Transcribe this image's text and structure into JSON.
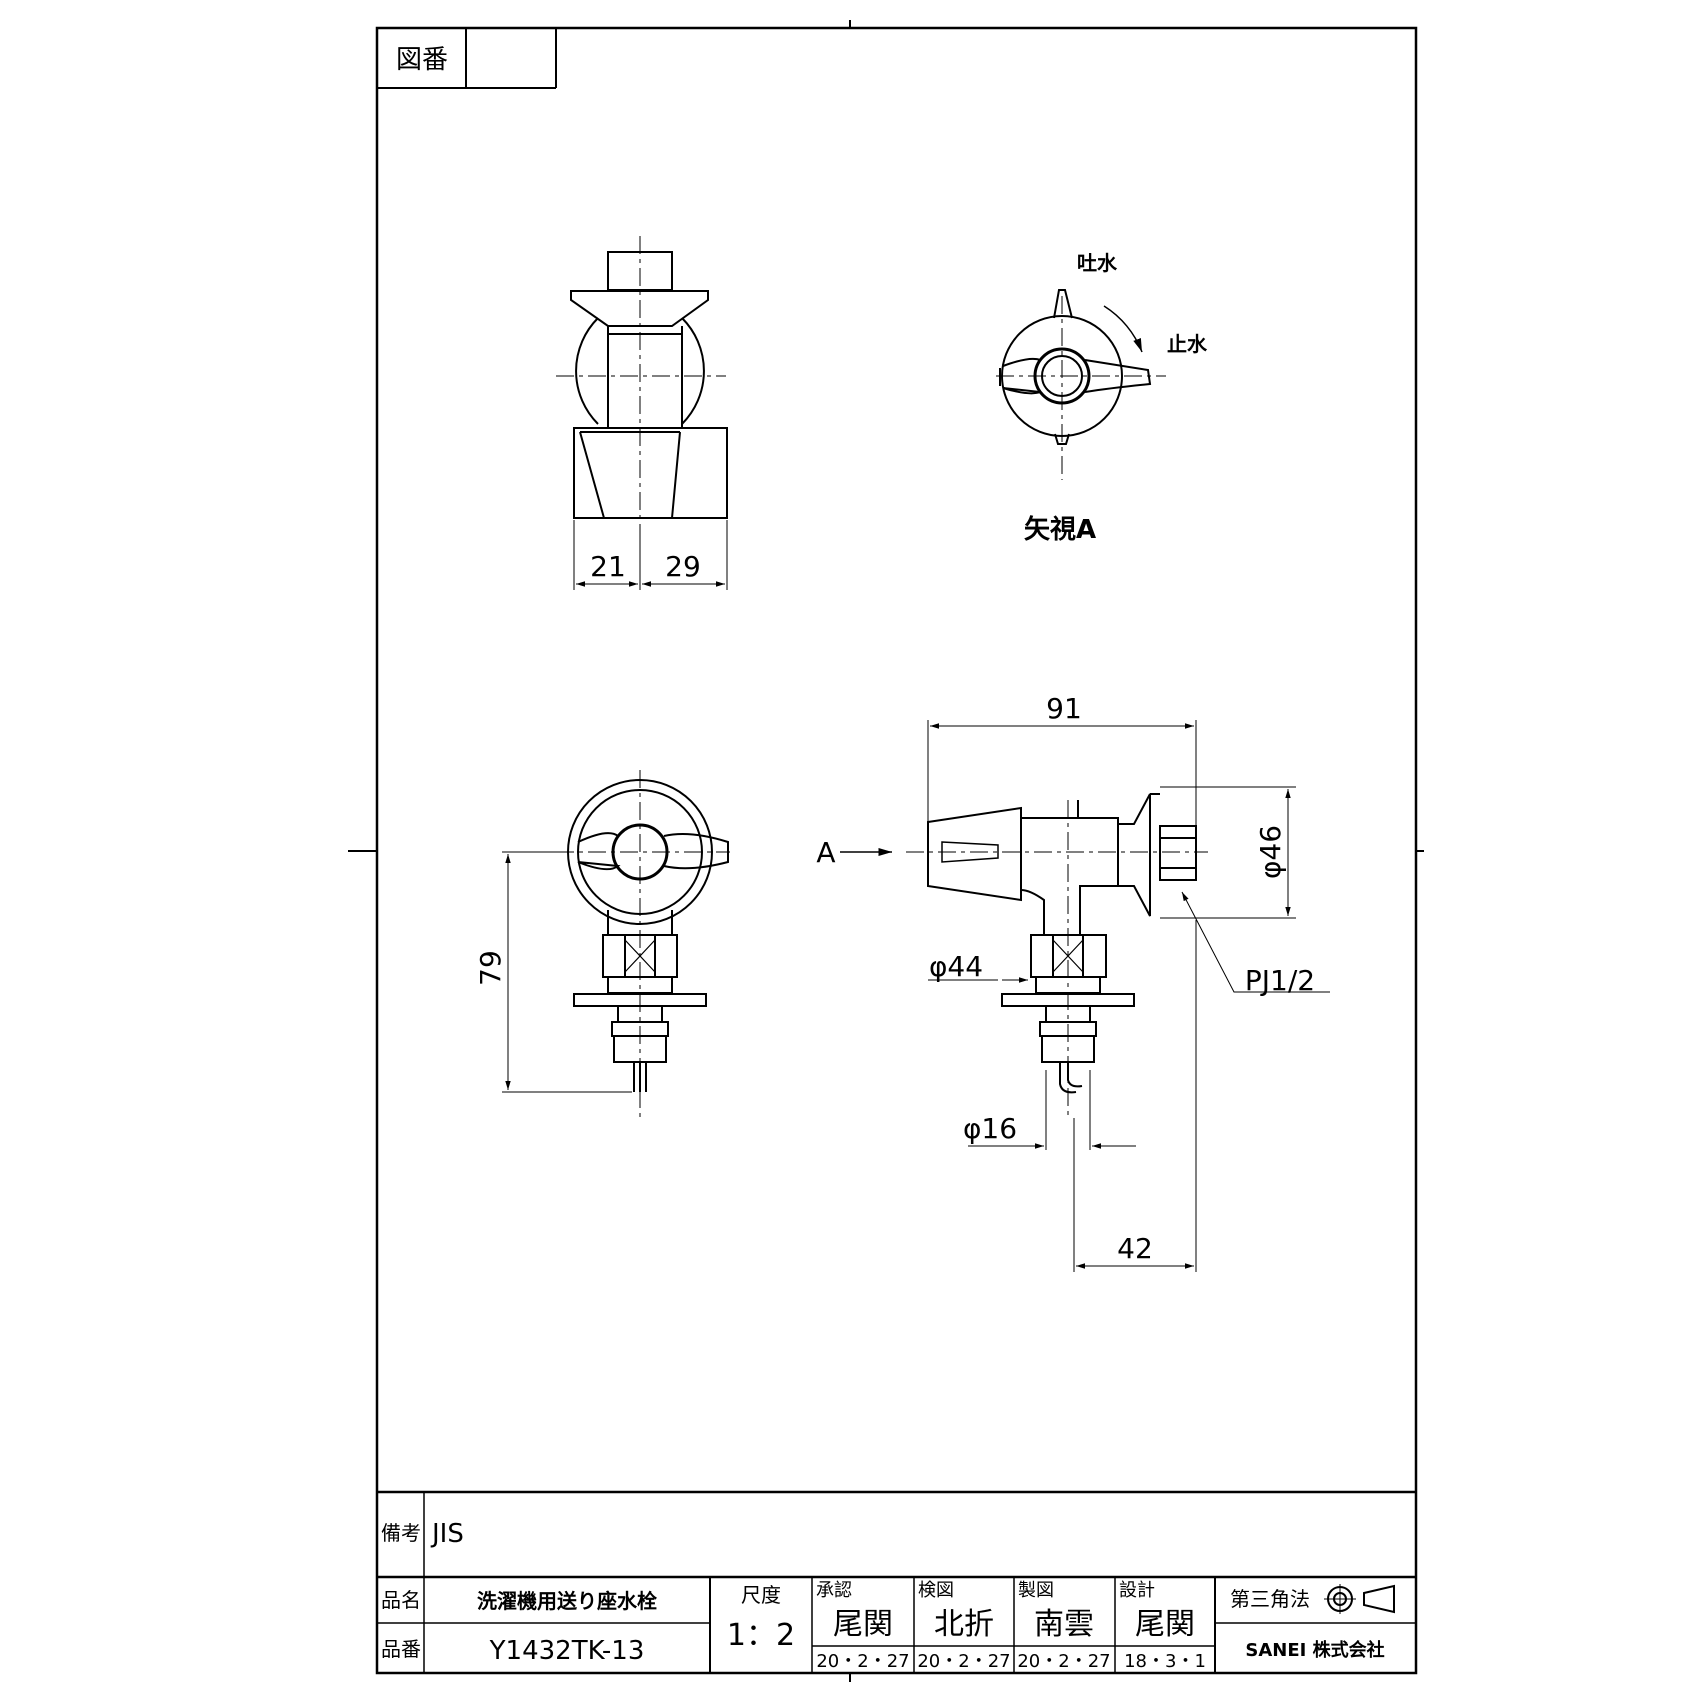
{
  "sheet": {
    "drawing_number_label": "図番",
    "drawing_number_value": ""
  },
  "views": {
    "top_view": {
      "dims": [
        "21",
        "29"
      ]
    },
    "arrow_view": {
      "label": "矢視A",
      "open_label": "吐水",
      "close_label": "止水"
    },
    "front_view": {
      "dims": [
        "79"
      ]
    },
    "side_view": {
      "view_marker": "A",
      "dims": [
        "91",
        "φ46",
        "φ44",
        "φ16",
        "42"
      ],
      "thread_label": "PJ1/2"
    }
  },
  "title_block": {
    "remarks_label": "備考",
    "remarks_value": "JIS",
    "product_name_label": "品名",
    "product_name_value": "洗濯機用送り座水栓",
    "part_number_label": "品番",
    "part_number_value": "Y1432TK-13",
    "scale_label": "尺度",
    "scale_value": "1：2",
    "approvals": [
      {
        "role": "承認",
        "name": "尾関",
        "date": "20・2・27"
      },
      {
        "role": "検図",
        "name": "北折",
        "date": "20・2・27"
      },
      {
        "role": "製図",
        "name": "南雲",
        "date": "20・2・27"
      },
      {
        "role": "設計",
        "name": "尾関",
        "date": "18・3・1"
      }
    ],
    "projection_label": "第三角法",
    "company": "SANEI 株式会社"
  }
}
